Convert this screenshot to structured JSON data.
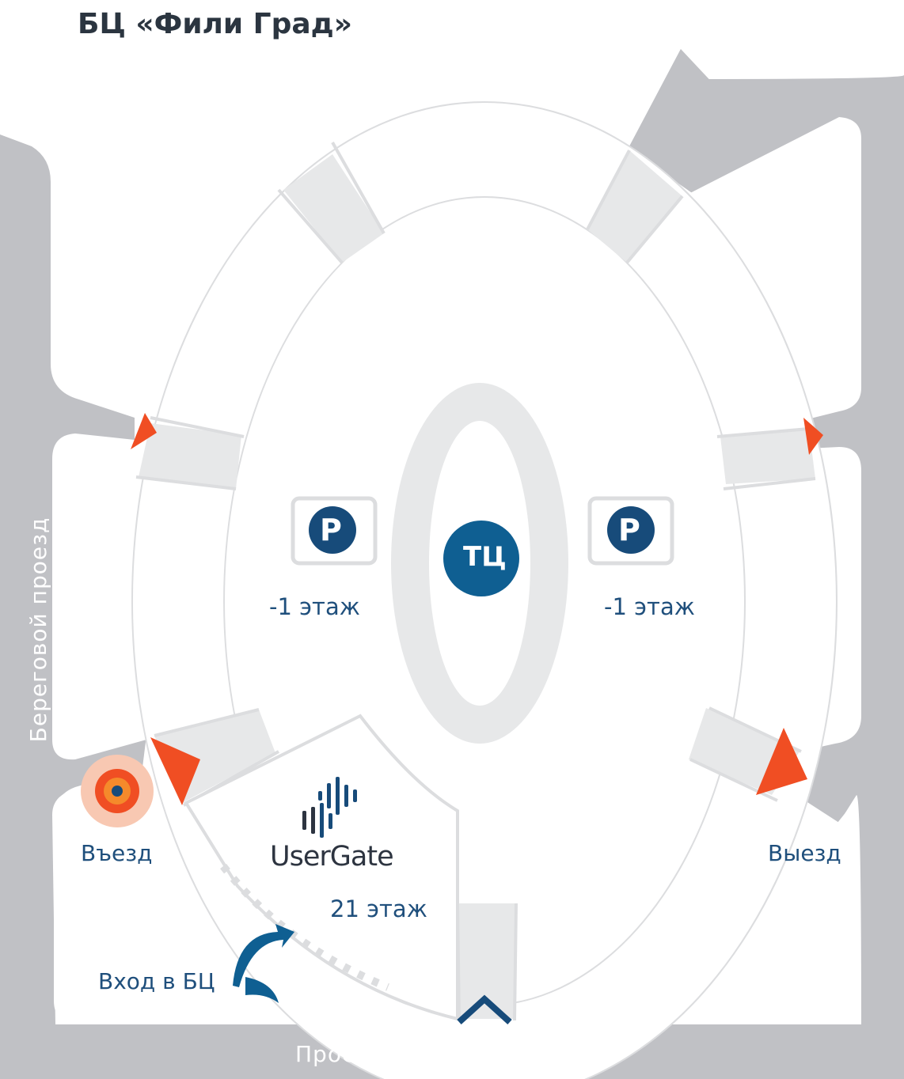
{
  "title": "БЦ «Фили Град»",
  "roads": {
    "left": "Береговой проезд",
    "bottom": "Проектируемый проезд"
  },
  "center": {
    "label": "ТЦ"
  },
  "parking": {
    "left": {
      "symbol": "P",
      "level": "-1 этаж"
    },
    "right": {
      "symbol": "P",
      "level": "-1 этаж"
    }
  },
  "tenant": {
    "logo": "UserGate",
    "floor": "21 этаж"
  },
  "labels": {
    "entry": "Въезд",
    "exit": "Выезд",
    "entrance": "Вход в БЦ"
  },
  "colors": {
    "road": "#c0c1c5",
    "corridor": "#e7e8e9",
    "outline": "#dcdddf",
    "accent": "#f04e23",
    "navy": "#174b7a",
    "marker_ring": "#f8c8b2"
  },
  "icons": [
    "entry-arrow-icon",
    "exit-arrow-icon",
    "location-marker-icon",
    "entrance-arrow-icon",
    "chevron-up-icon",
    "parking-icon"
  ]
}
